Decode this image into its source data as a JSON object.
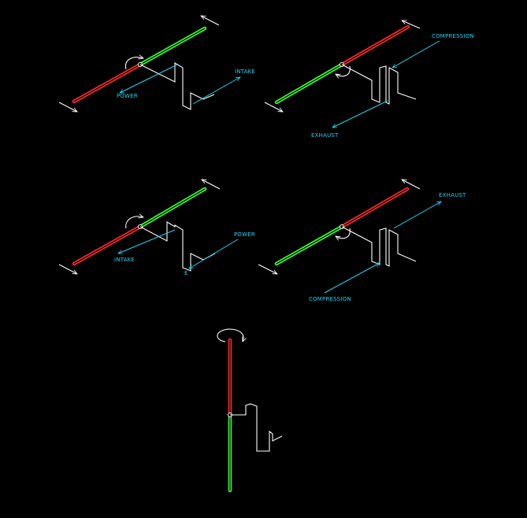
{
  "colors": {
    "background": "#000000",
    "red_rod": "#ff2a2a",
    "green_rod": "#39ff2f",
    "labels": "#22d3ee",
    "lines": "#ffffff"
  },
  "diagrams": [
    {
      "labels": {
        "a": "POWER",
        "b": "INTAKE"
      }
    },
    {
      "labels": {
        "a": "COMPRESSION",
        "b": "EXHAUST"
      }
    },
    {
      "labels": {
        "a": "INTAKE",
        "b": "POWER",
        "c": "E"
      }
    },
    {
      "labels": {
        "a": "EXHAUST",
        "b": "COMPRESSION"
      }
    },
    {
      "labels": {}
    }
  ]
}
